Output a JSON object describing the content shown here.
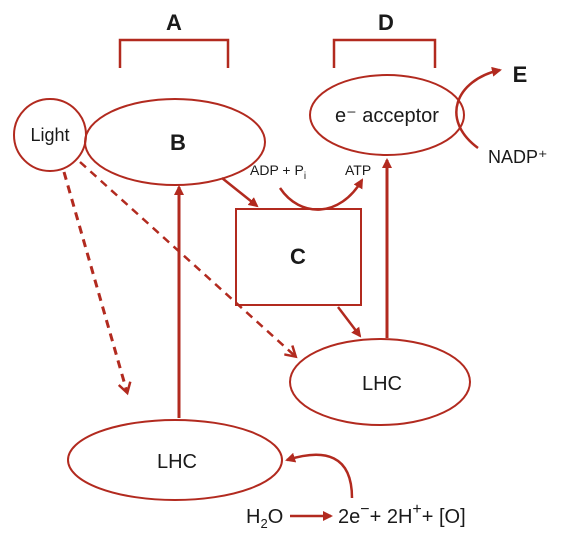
{
  "labels": {
    "A": "A",
    "B": "B",
    "C": "C",
    "D": "D",
    "E": "E",
    "light": "Light",
    "acceptor": "e⁻ acceptor",
    "nadp": "NADP⁺",
    "adp_main": "ADP + P",
    "adp_sub": "i",
    "atp": "ATP",
    "lhc_right": "LHC",
    "lhc_bottom": "LHC",
    "h2o_h": "H",
    "h2o_2": "2",
    "h2o_o": "O",
    "products_2e": "2e",
    "products_minus": "−",
    "products_2h": "+ 2H",
    "products_plus": "+",
    "products_o": "+ [O]"
  },
  "colors": {
    "accent": "#b22a1f",
    "text": "#1a1a1a",
    "background": "#ffffff"
  }
}
